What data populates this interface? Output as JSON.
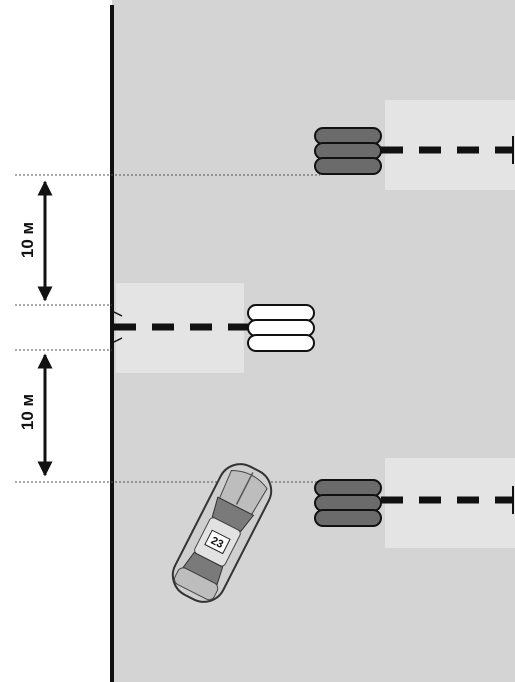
{
  "diagram": {
    "dimensions": [
      {
        "label": "10 м"
      },
      {
        "label": "10 м"
      }
    ],
    "car": {
      "number": "23"
    },
    "colors": {
      "track": "#d4d4d4",
      "background": "#ffffff",
      "line": "#111111",
      "tyre_dark": "#6b6b6b",
      "tyre_light": "#ffffff",
      "car_body": "#cfcfcf"
    }
  }
}
